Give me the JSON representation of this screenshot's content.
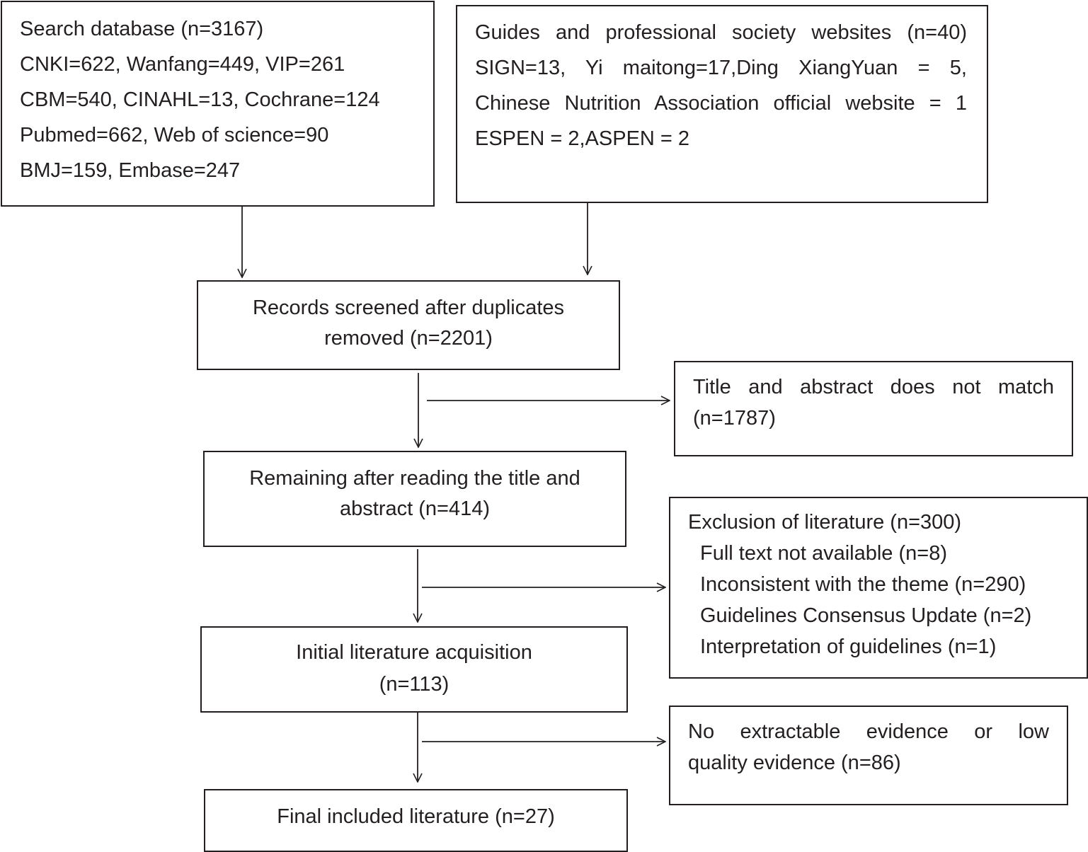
{
  "search_box": {
    "lines": [
      "Search database (n=3167)",
      "CNKI=622, Wanfang=449, VIP=261",
      "CBM=540, CINAHL=13, Cochrane=124",
      "Pubmed=662, Web of science=90",
      "BMJ=159, Embase=247"
    ]
  },
  "guides_box": {
    "lines": [
      "Guides and professional society websites (n=40)",
      "SIGN=13, Yi maitong=17,Ding XiangYuan = 5,",
      "Chinese Nutrition Association official website = 1",
      "ESPEN = 2,ASPEN = 2"
    ]
  },
  "screened_box": {
    "lines": [
      "Records screened after duplicates",
      "removed (n=2201)"
    ]
  },
  "title_abstract_excluded": {
    "lines": [
      "Title and abstract does not match",
      "(n=1787)"
    ]
  },
  "remaining_box": {
    "lines": [
      "Remaining after reading the title and",
      "abstract (n=414)"
    ]
  },
  "exclusion_box": {
    "heading": "Exclusion of literature (n=300)",
    "items": [
      "Full text not available (n=8)",
      "Inconsistent with the theme (n=290)",
      "Guidelines Consensus Update (n=2)",
      "Interpretation of guidelines (n=1)"
    ]
  },
  "initial_box": {
    "lines": [
      "Initial literature acquisition",
      "(n=113)"
    ]
  },
  "low_quality_box": {
    "lines": [
      "No extractable evidence or low",
      "quality evidence (n=86)"
    ]
  },
  "final_box": {
    "label": "Final included literature (n=27)"
  },
  "colors": {
    "stroke": "#231f20",
    "text": "#231f20",
    "background": "#ffffff"
  }
}
